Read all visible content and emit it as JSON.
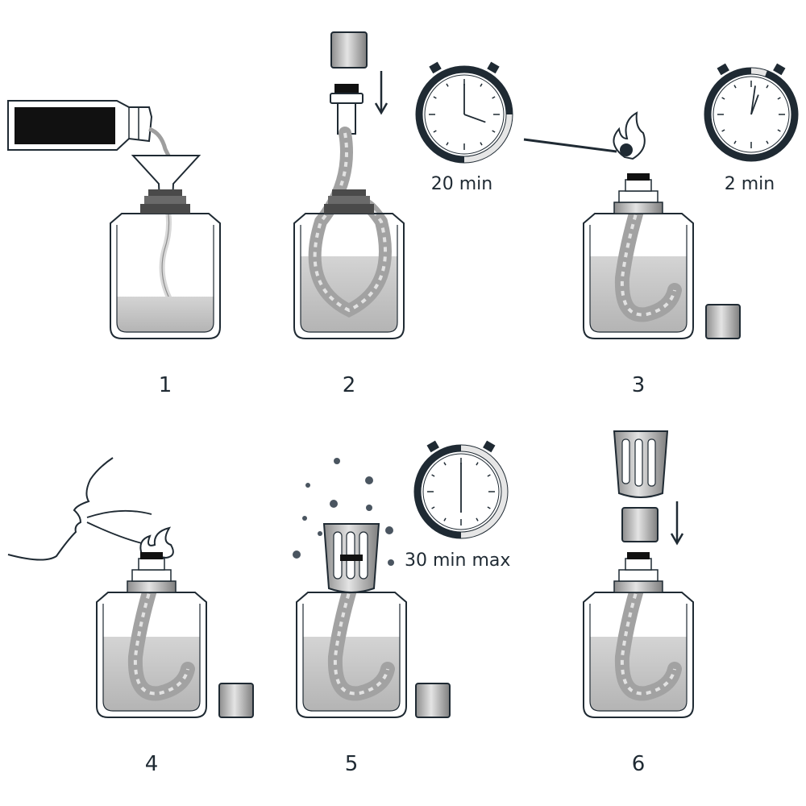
{
  "steps": [
    {
      "number": "1"
    },
    {
      "number": "2"
    },
    {
      "number": "3"
    },
    {
      "number": "4"
    },
    {
      "number": "5"
    },
    {
      "number": "6"
    }
  ],
  "timers": {
    "wait": "20 min",
    "light": "2 min",
    "burn": "30 min max"
  },
  "colors": {
    "ink": "#1f2a33",
    "liquid": "#c2c2c2",
    "metal": "#a8a8a8",
    "wick": "#9a9a9a"
  }
}
